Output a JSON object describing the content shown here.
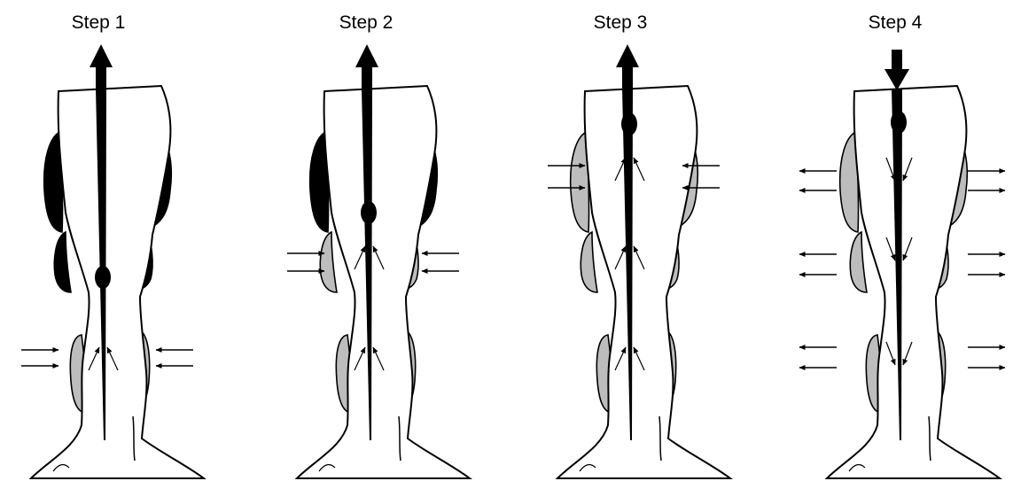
{
  "steps": [
    {
      "label": "Step 1",
      "axial": "up"
    },
    {
      "label": "Step 2",
      "axial": "up"
    },
    {
      "label": "Step 3",
      "axial": "up"
    },
    {
      "label": "Step 4",
      "axial": "down"
    }
  ],
  "colors": {
    "inflated": "#000000",
    "deflated": "#bdbdbd",
    "leg": "#ffffff",
    "stroke": "#000000"
  }
}
